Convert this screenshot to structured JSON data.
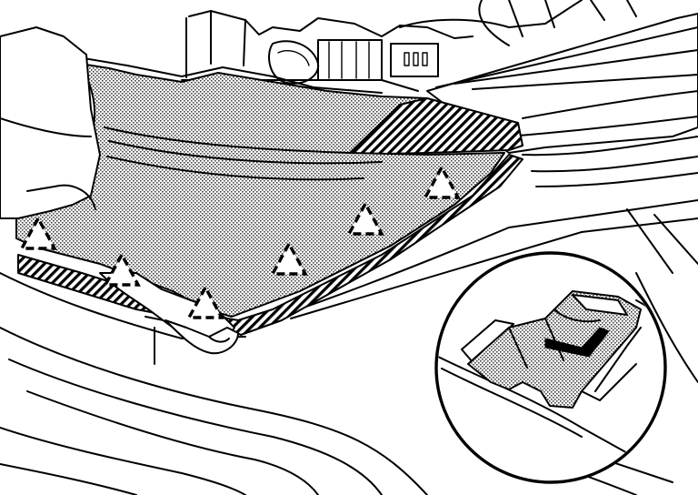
{
  "figure": {
    "colors": {
      "ink": "#000000",
      "paper": "#ffffff",
      "clip_shading": "#b8b8b8"
    },
    "callout_clips": {
      "count": 6,
      "marker_shape": "dashed-triangle"
    },
    "detail_inset": {
      "shape": "circle",
      "content": "clip-detail"
    }
  }
}
